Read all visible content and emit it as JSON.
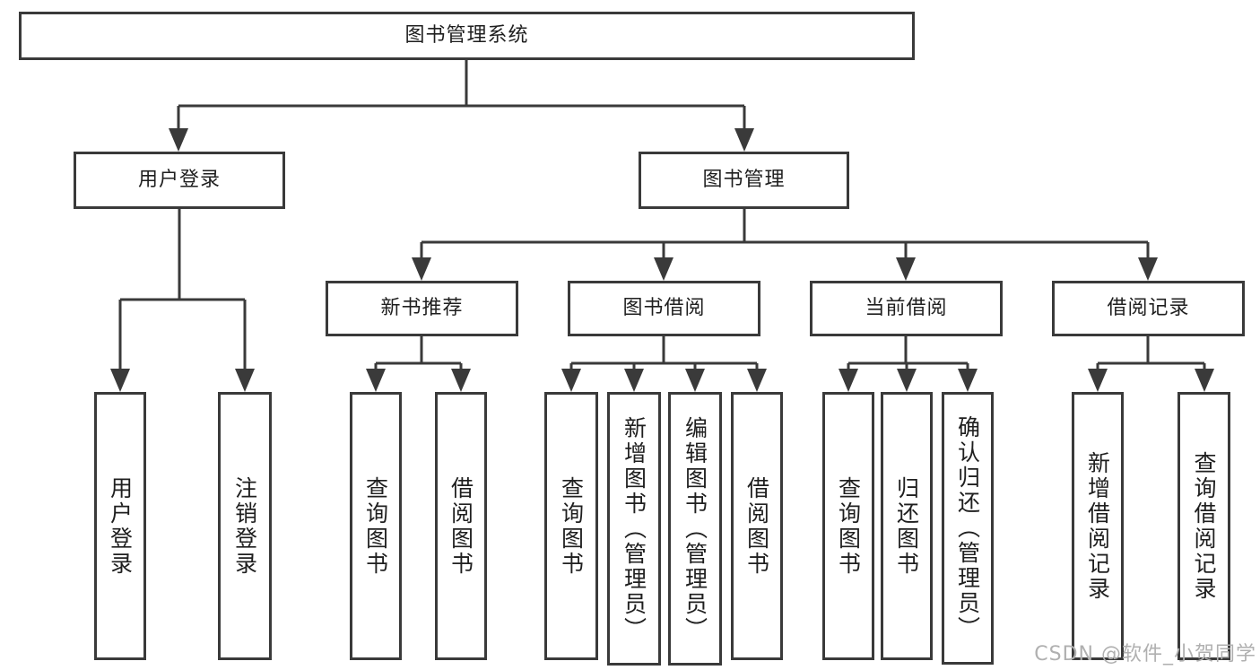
{
  "tree": {
    "label": "图书管理系统",
    "children": [
      {
        "label": "用户登录",
        "children": [
          {
            "label": "用户登录"
          },
          {
            "label": "注销登录"
          }
        ]
      },
      {
        "label": "图书管理",
        "children": [
          {
            "label": "新书推荐",
            "children": [
              {
                "label": "查询图书"
              },
              {
                "label": "借阅图书"
              }
            ]
          },
          {
            "label": "图书借阅",
            "children": [
              {
                "label": "查询图书"
              },
              {
                "label": "新增图书（管理员）"
              },
              {
                "label": "编辑图书（管理员）"
              },
              {
                "label": "借阅图书"
              }
            ]
          },
          {
            "label": "当前借阅",
            "children": [
              {
                "label": "查询图书"
              },
              {
                "label": "归还图书"
              },
              {
                "label": "确认归还（管理员）"
              }
            ]
          },
          {
            "label": "借阅记录",
            "children": [
              {
                "label": "新增借阅记录"
              },
              {
                "label": "查询借阅记录"
              }
            ]
          }
        ]
      }
    ]
  },
  "watermark": {
    "text": "CSDN @软件_小贺同学"
  },
  "colors": {
    "line": "#3a3a3a",
    "text": "#1f1f1f",
    "background": "#ffffff",
    "watermark": "#b0b0b0"
  }
}
